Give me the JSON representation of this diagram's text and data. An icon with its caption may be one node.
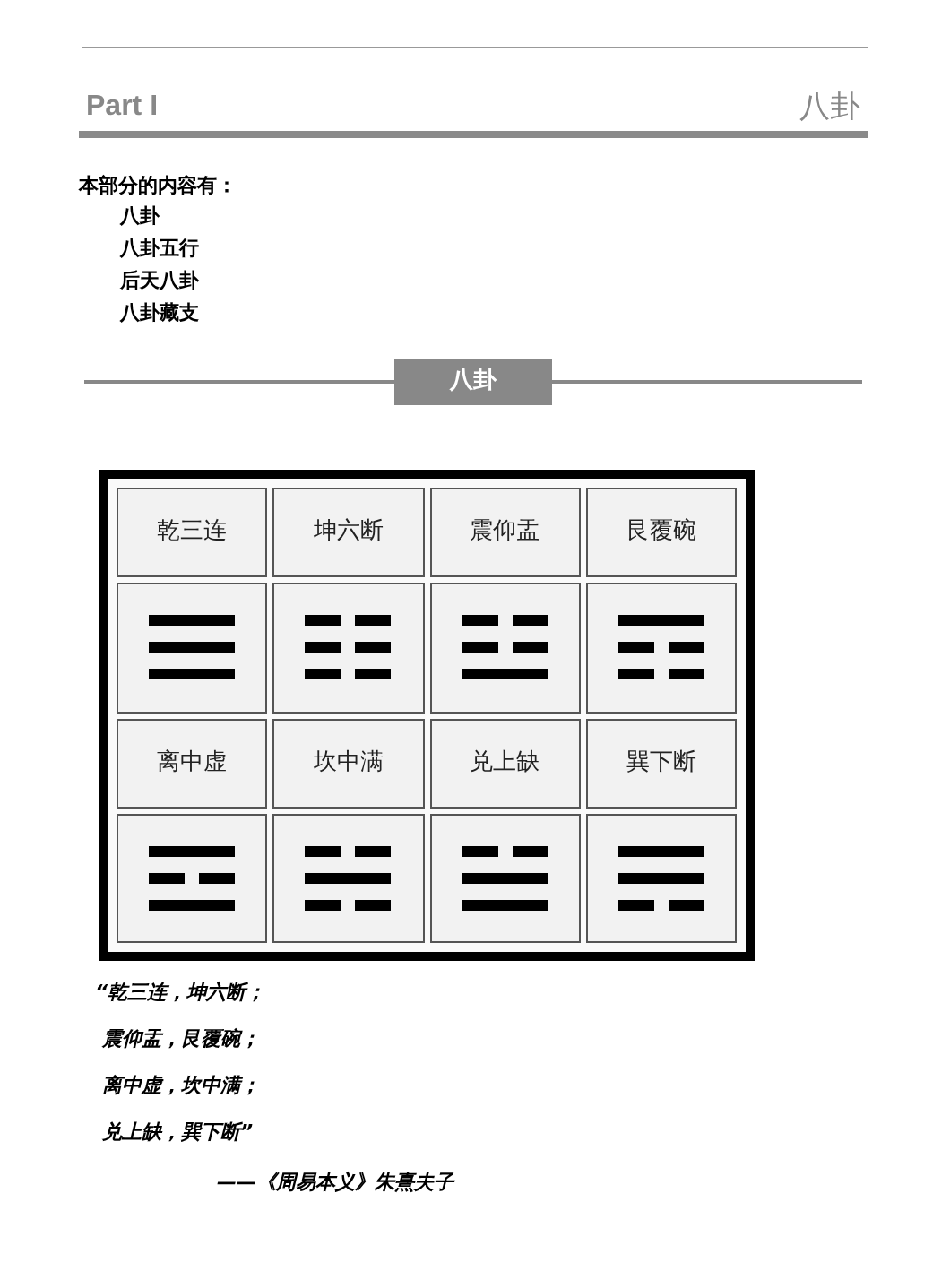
{
  "diagram": {
    "title": "八卦",
    "nodes": [
      {
        "text": [
          "八卦"
        ]
      },
      {
        "text": [],
        "shape": "box"
      },
      {
        "text": [
          "乾三连"
        ],
        "in": 1
      },
      {
        "text": [
          "坤六断"
        ],
        "in": 1
      },
      {
        "text": [
          "震仰盂"
        ],
        "in": 1
      },
      {
        "text": [
          "艮覆碗"
        ],
        "in": 1
      },
      {
        "text": [],
        "shape": "picture",
        "in": 1
      },
      {
        "text": [],
        "shape": "picture",
        "in": 1
      },
      {
        "text": [],
        "shape": "picture",
        "in": 1
      },
      {
        "text": [],
        "shape": "picture",
        "in": 1
      },
      {
        "text": [
          "离中虚"
        ],
        "in": 1
      },
      {
        "text": [
          "坎中满"
        ],
        "in": 1
      },
      {
        "text": [
          "兑上缺"
        ],
        "in": 1
      },
      {
        "text": [
          "巽下断"
        ],
        "in": 1
      },
      {
        "text": [],
        "shape": "picture",
        "in": 1
      },
      {
        "text": [],
        "shape": "picture",
        "in": 1
      },
      {
        "text": [],
        "shape": "picture",
        "in": 1
      },
      {
        "text": [],
        "shape": "picture",
        "in": 1
      }
    ],
    "edges": [],
    "labels": [
      "Part I",
      "本部分的内容有：",
      "八卦",
      "八卦五行",
      "后天八卦",
      "八卦藏支",
      "“乾三连，坤六断；",
      "震仰盂，艮覆碗；",
      "离中虚，坎中满；",
      "兑上缺，巽下断”",
      "——《周易本义》朱熹夫子"
    ]
  }
}
